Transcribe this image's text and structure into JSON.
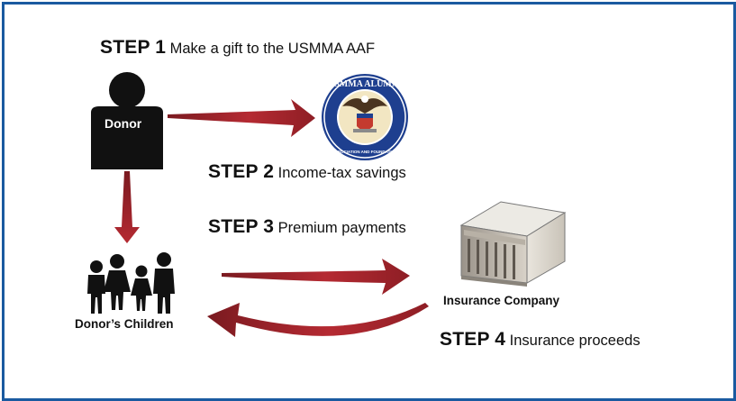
{
  "steps": [
    {
      "number": "STEP 1",
      "description": "Make a gift to the USMMA AAF"
    },
    {
      "number": "STEP 2",
      "description": "Income-tax savings"
    },
    {
      "number": "STEP 3",
      "description": "Premium payments"
    },
    {
      "number": "STEP 4",
      "description": "Insurance proceeds"
    }
  ],
  "nodes": {
    "donor": "Donor",
    "children": "Donor’s Children",
    "insurance_company": "Insurance Company"
  },
  "logo": {
    "top_text": "USMMA ALUMNI",
    "bottom_text": "ASSOCIATION AND FOUNDATION"
  },
  "colors": {
    "border": "#1a5aa0",
    "arrow": "#a3252c",
    "figure": "#111111",
    "logo_blue": "#1e3f8f"
  }
}
